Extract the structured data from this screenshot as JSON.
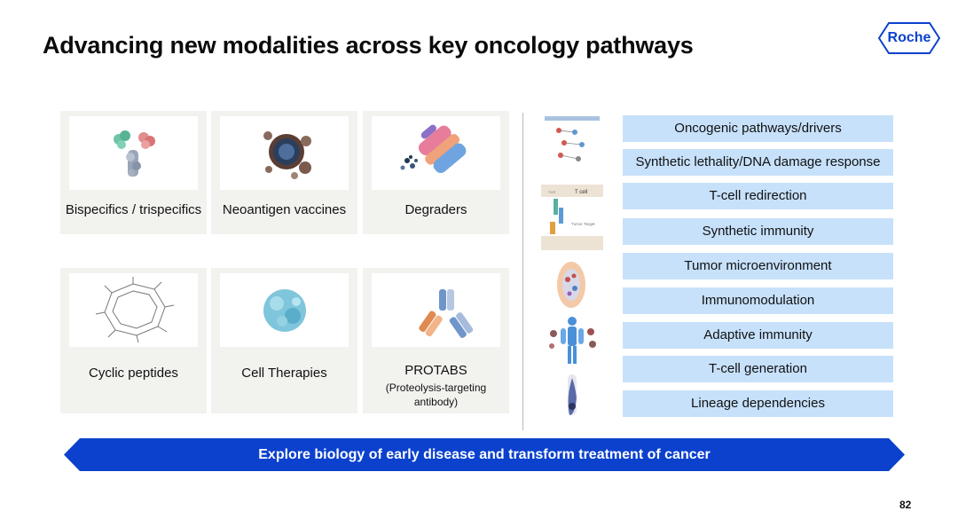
{
  "title": "Advancing new modalities across key oncology pathways",
  "logo": {
    "text": "Roche",
    "color": "#0b41cd"
  },
  "modalities": [
    {
      "label": "Bispecifics / trispecifics",
      "icon": "antibody-icon"
    },
    {
      "label": "Neoantigen vaccines",
      "icon": "vaccine-particle-icon"
    },
    {
      "label": "Degraders",
      "icon": "degrader-molecule-icon"
    },
    {
      "label": "Cyclic peptides",
      "icon": "cyclic-peptide-structure-icon"
    },
    {
      "label": "Cell Therapies",
      "icon": "cell-icon"
    },
    {
      "label": "PROTABS",
      "sublabel": "(Proteolysis-targeting antibody)",
      "icon": "protab-antibody-icon"
    }
  ],
  "pathways": [
    "Oncogenic pathways/drivers",
    "Synthetic lethality/DNA damage response",
    "T-cell redirection",
    "Synthetic immunity",
    "Tumor microenvironment",
    "Immunomodulation",
    "Adaptive immunity",
    "T-cell generation",
    "Lineage dependencies"
  ],
  "thumbnail_labels": {
    "t_cell": "T cell",
    "tcr": "TCR",
    "tumor_target": "Tumor Target"
  },
  "banner": {
    "text": "Explore biology of early disease and transform treatment of cancer",
    "color": "#0b41cd"
  },
  "page_number": "82",
  "colors": {
    "pathway_fill": "#c7e1fb",
    "tile_background": "#f2f2ef"
  }
}
